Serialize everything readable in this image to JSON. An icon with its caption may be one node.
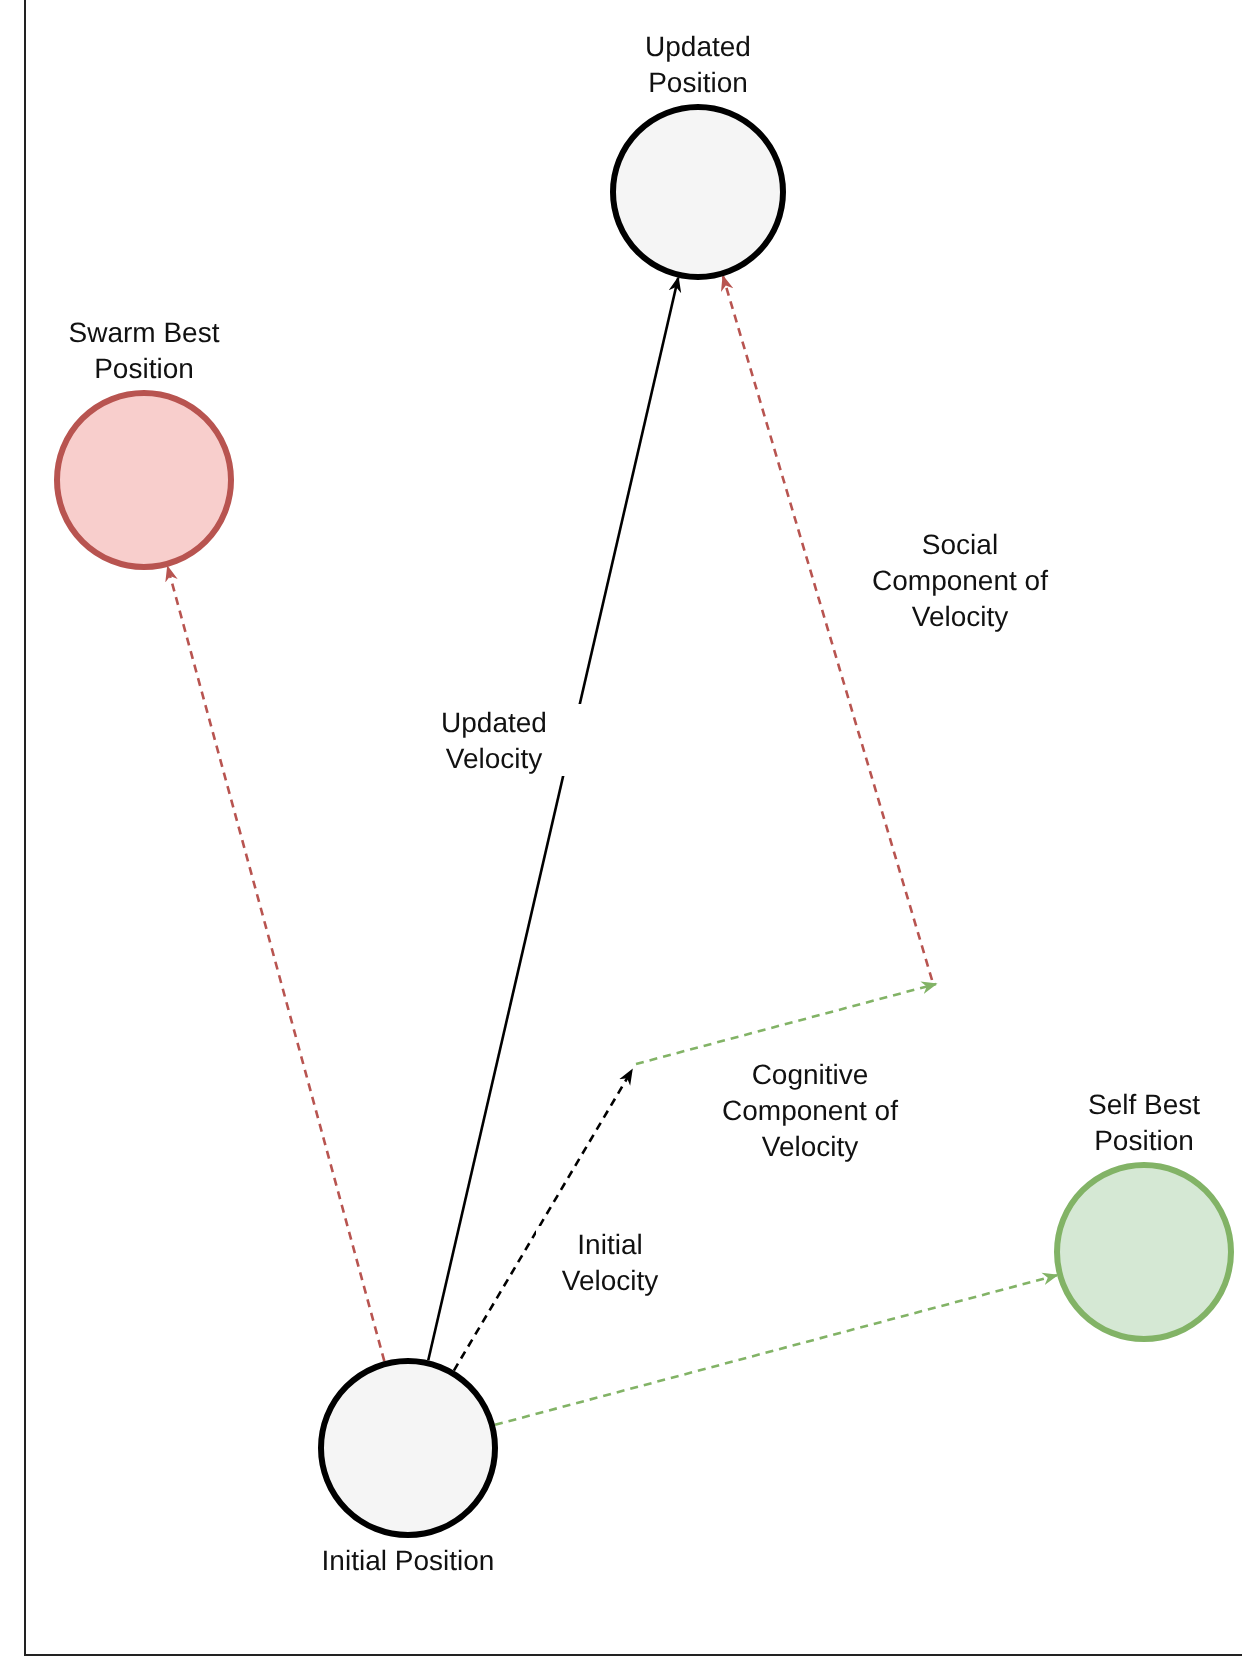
{
  "diagram": {
    "nodes": [
      {
        "text": [
          "Updated Position"
        ]
      },
      {
        "text": [
          "Swarm Best Position"
        ]
      },
      {
        "text": [
          "Self Best Position"
        ]
      },
      {
        "text": [
          "Initial Position"
        ]
      }
    ],
    "edges": [
      {
        "from": 3,
        "to": 0,
        "arrow": "to",
        "label": "Updated Velocity"
      },
      {
        "from": 3,
        "to": 1,
        "arrow": "to",
        "style": "dashed",
        "color": "#b85450"
      },
      {
        "from": 3,
        "to": 2,
        "arrow": "to",
        "style": "dashed",
        "color": "#82b366"
      },
      {
        "from": 3,
        "to": null,
        "arrow": "to",
        "style": "dashed",
        "label": "Initial Velocity"
      },
      {
        "from": null,
        "to": 0,
        "arrow": "to",
        "style": "dashed",
        "color": "#b85450",
        "label": "Social Component of Velocity"
      }
    ],
    "labels": [
      "Cognitive Component of Velocity"
    ]
  }
}
